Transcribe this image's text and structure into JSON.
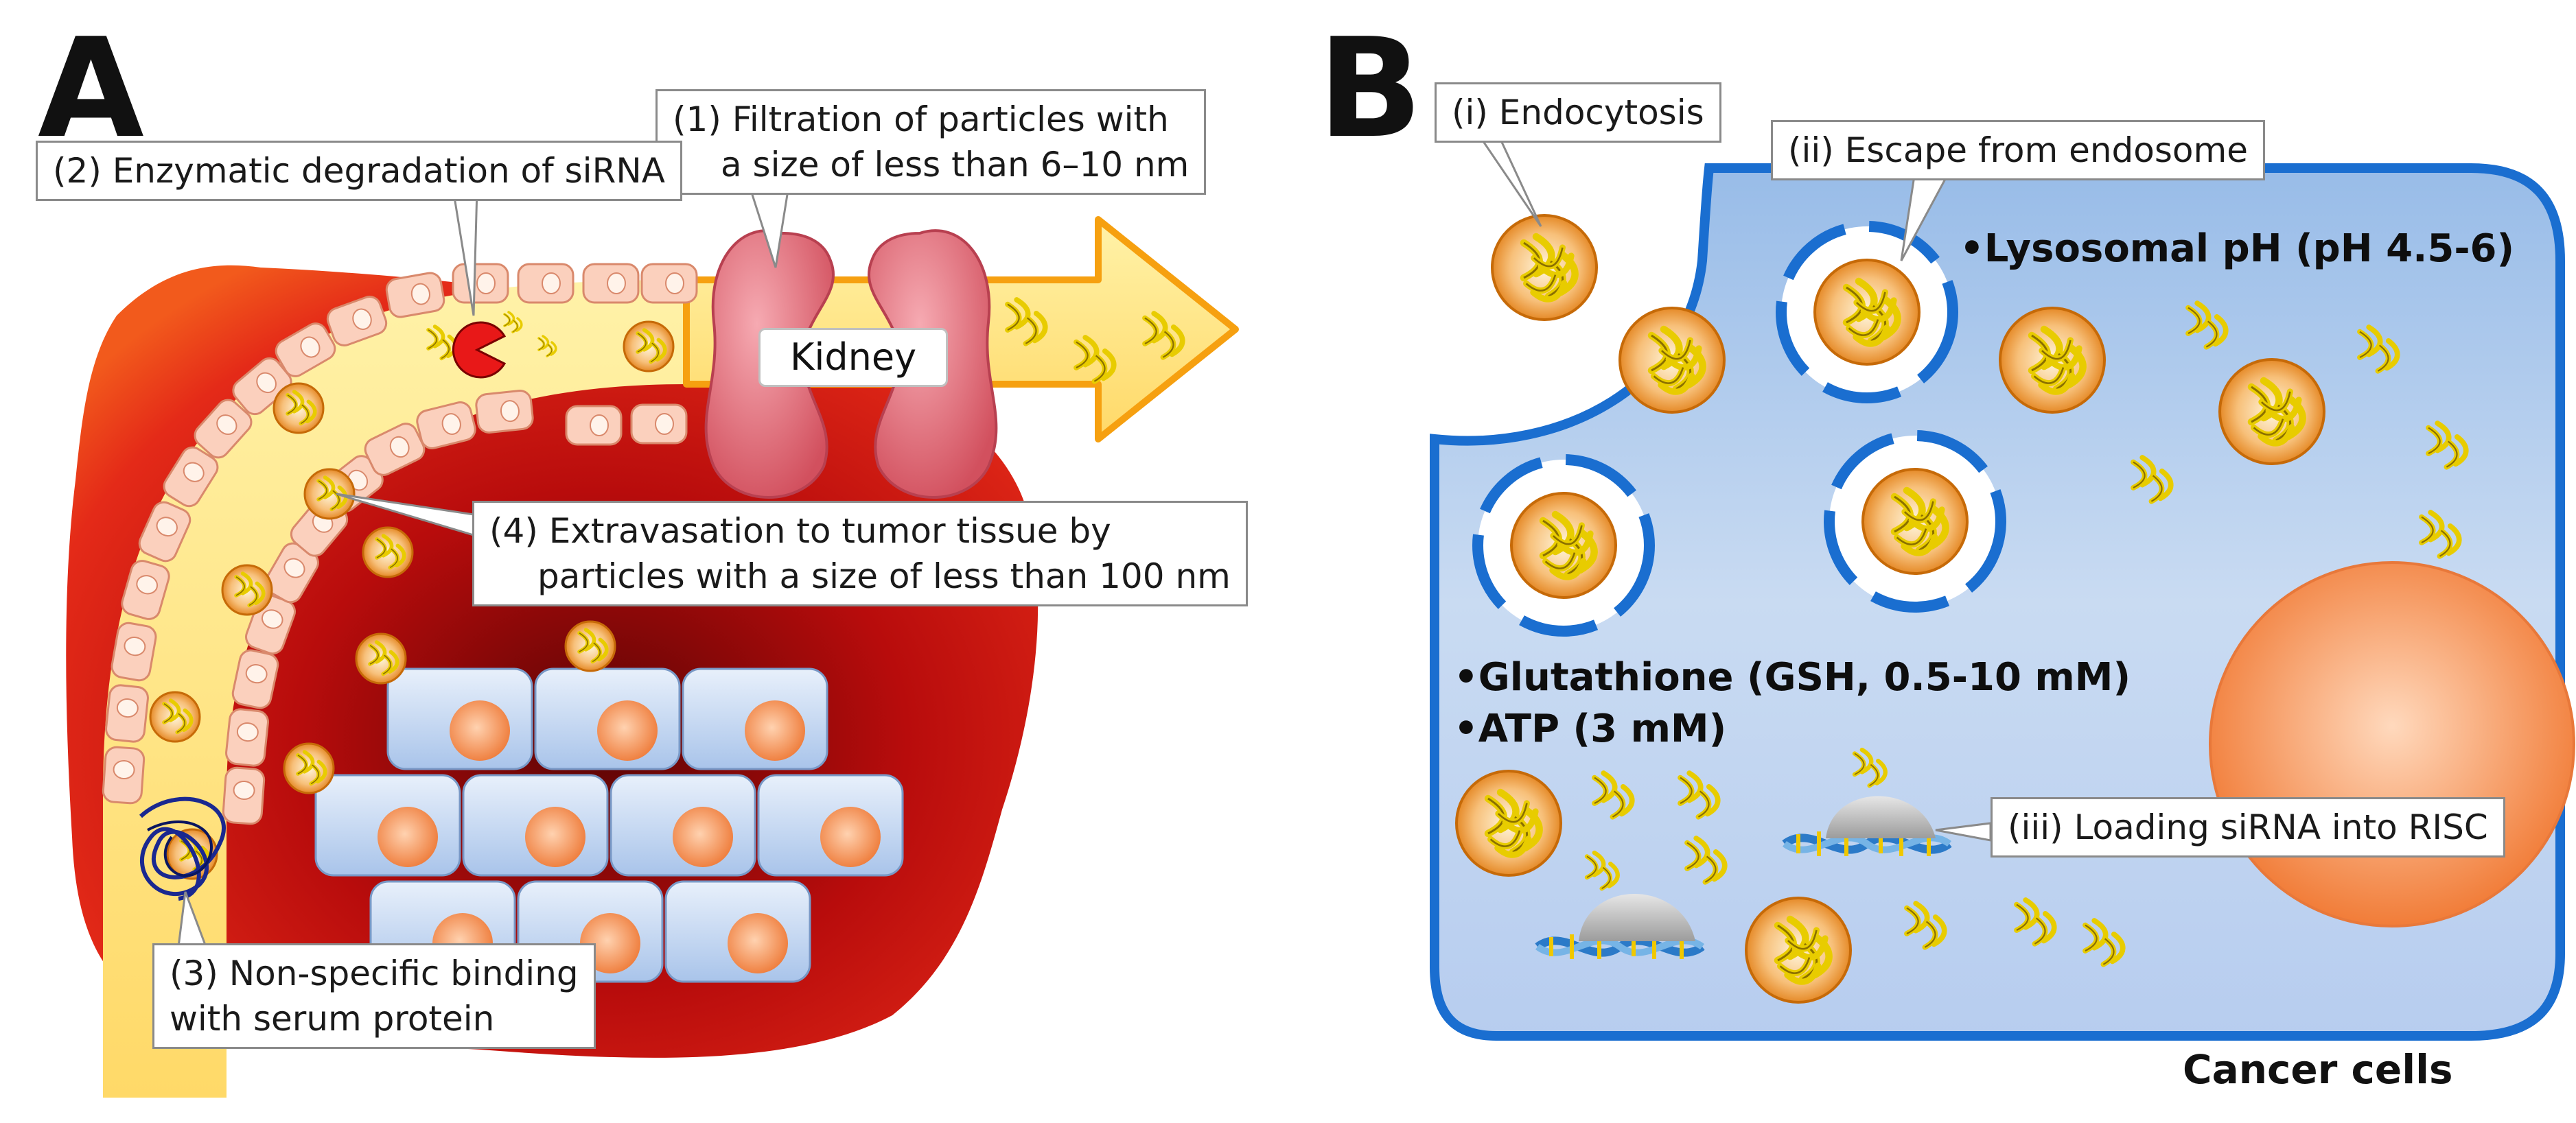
{
  "panels": {
    "a": {
      "letter": "A",
      "labels": {
        "kidney": "Kidney",
        "filtration_line1": "(1) Filtration of particles with",
        "filtration_line2": "a size of less than 6–10 nm",
        "degradation": "(2) Enzymatic degradation of siRNA",
        "binding_line1": "(3) Non-specific binding",
        "binding_line2": "with serum protein",
        "extravasation_line1": "(4) Extravasation to tumor tissue by",
        "extravasation_line2": "particles with a size of less  than 100 nm"
      }
    },
    "b": {
      "letter": "B",
      "labels": {
        "endocytosis": "(i) Endocytosis",
        "escape": "(ii) Escape from endosome",
        "risc": "(iii) Loading siRNA into RISC",
        "cancer_cells": "Cancer cells"
      },
      "conditions": [
        "•Lysosomal pH (pH 4.5-6)",
        "•Glutathione (GSH, 0.5-10 mM)",
        "•ATP (3 mM)"
      ]
    }
  },
  "colors": {
    "tumor": "#d01818",
    "vessel_wall": "#f6b8a0",
    "vessel_lumen": "#fff4b8",
    "arrow": "#f6a010",
    "kidney": "#e87a86",
    "tumor_cell": "#bcd4f0",
    "nucleus": "#f08848",
    "nanoparticle": "#f4a030",
    "sirna": "#e8d000",
    "cell_membrane": "#1a6ed0",
    "cytoplasm": "#c4d8f4",
    "cancer_nucleus": "#f48a4c",
    "risc_dome": "#b8b8b8"
  }
}
